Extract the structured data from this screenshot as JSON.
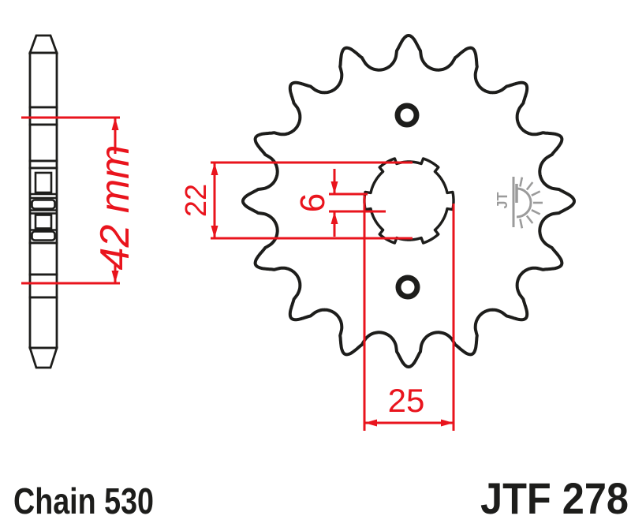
{
  "footer": {
    "chain_label": "Chain 530",
    "part_number": "JTF 278"
  },
  "dimensions": {
    "shaft_length_label": "42 mm",
    "bore_diameter_label": "22",
    "spline_width_label": "6",
    "spline_outer_diameter_label": "25"
  },
  "logo": {
    "text": "JT"
  },
  "colors": {
    "dimension_red": "#e9141d",
    "drawing_black": "#1d1d1b",
    "logo_gray": "#9b9b9b",
    "background": "#ffffff"
  }
}
